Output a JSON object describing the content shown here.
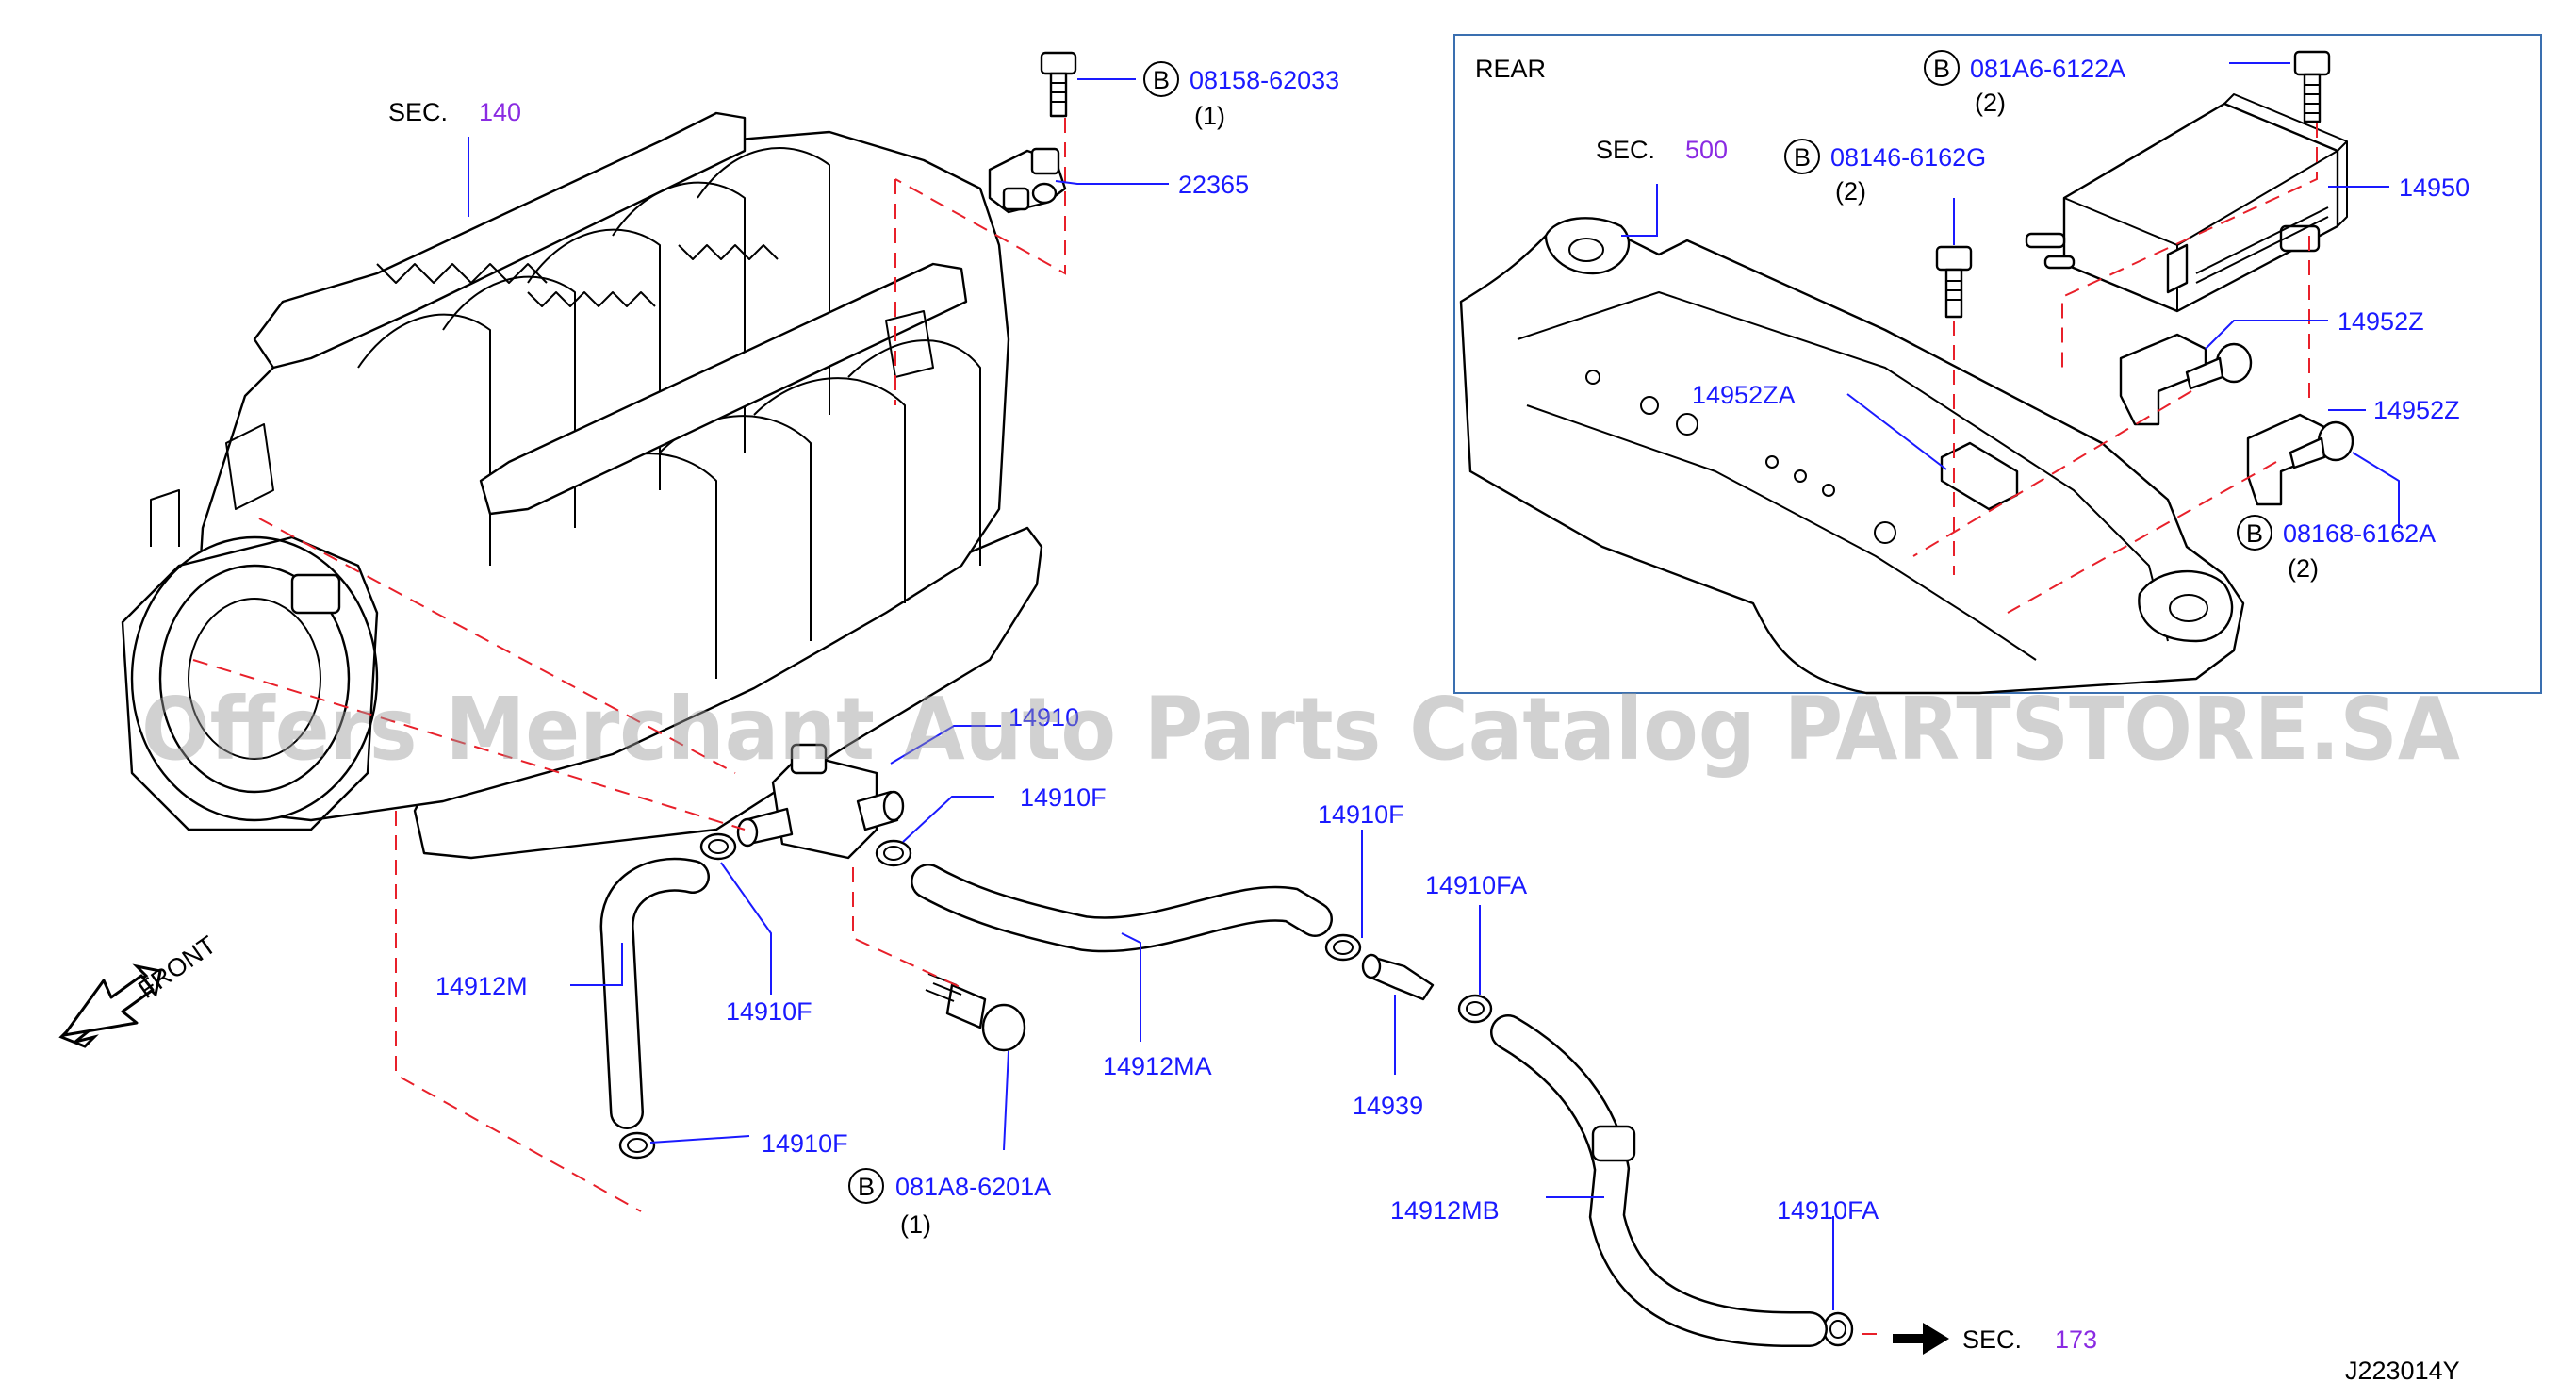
{
  "watermark": "Offers Merchant Auto Parts Catalog PARTSTORE.SA",
  "diagram_code": "J223014Y",
  "front_label": "FRONT",
  "rear_label": "REAR",
  "sec_prefix": "SEC.",
  "sec_refs": {
    "intake": "140",
    "frame": "500",
    "outlet": "173"
  },
  "bolt_marker": "B",
  "parts": {
    "p08158": {
      "number": "08158-62033",
      "qty": "(1)"
    },
    "p22365": {
      "number": "22365"
    },
    "p081A6": {
      "number": "081A6-6122A",
      "qty": "(2)"
    },
    "p08146": {
      "number": "08146-6162G",
      "qty": "(2)"
    },
    "p14950": {
      "number": "14950"
    },
    "p14952Z_a": {
      "number": "14952Z"
    },
    "p14952ZA": {
      "number": "14952ZA"
    },
    "p14952Z_b": {
      "number": "14952Z"
    },
    "p08168": {
      "number": "08168-6162A",
      "qty": "(2)"
    },
    "p14910": {
      "number": "14910"
    },
    "p14910F_a": {
      "number": "14910F"
    },
    "p14910F_b": {
      "number": "14910F"
    },
    "p14910FA_a": {
      "number": "14910FA"
    },
    "p14912M": {
      "number": "14912M"
    },
    "p14910F_c": {
      "number": "14910F"
    },
    "p14912MA": {
      "number": "14912MA"
    },
    "p14939": {
      "number": "14939"
    },
    "p14910F_d": {
      "number": "14910F"
    },
    "p081A8": {
      "number": "081A8-6201A",
      "qty": "(1)"
    },
    "p14912MB": {
      "number": "14912MB"
    },
    "p14910FA_b": {
      "number": "14910FA"
    }
  }
}
